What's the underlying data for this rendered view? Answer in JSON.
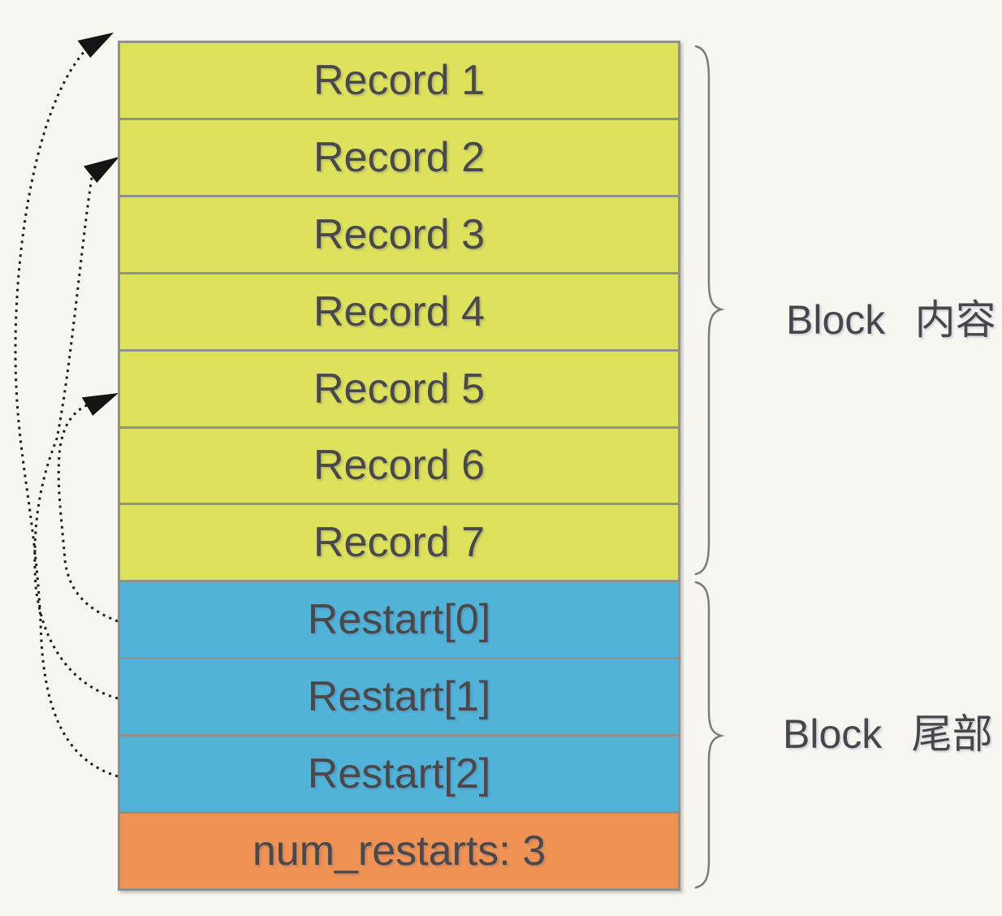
{
  "rows": [
    {
      "label": "Record 1",
      "section": "content",
      "color": "#dde15c"
    },
    {
      "label": "Record 2",
      "section": "content",
      "color": "#dde15c"
    },
    {
      "label": "Record 3",
      "section": "content",
      "color": "#dde15c"
    },
    {
      "label": "Record 4",
      "section": "content",
      "color": "#dde15c"
    },
    {
      "label": "Record 5",
      "section": "content",
      "color": "#dde15c"
    },
    {
      "label": "Record 6",
      "section": "content",
      "color": "#dde15c"
    },
    {
      "label": "Record 7",
      "section": "content",
      "color": "#dde15c"
    },
    {
      "label": "Restart[0]",
      "section": "trailer",
      "color": "#52b3d9"
    },
    {
      "label": "Restart[1]",
      "section": "trailer",
      "color": "#52b3d9"
    },
    {
      "label": "Restart[2]",
      "section": "trailer",
      "color": "#52b3d9"
    },
    {
      "label": "num_restarts: 3",
      "section": "trailer",
      "color": "#ef9254"
    }
  ],
  "braces": [
    {
      "label": "Block 内容",
      "covers": "Record 1 - Record 7"
    },
    {
      "label": "Block 尾部",
      "covers": "Restart[0] - num_restarts"
    }
  ],
  "arrows": [
    {
      "from": "Restart[2]",
      "to": "Record 1"
    },
    {
      "from": "Restart[1]",
      "to": "Record 2"
    },
    {
      "from": "Restart[0]",
      "to": "Record 5"
    }
  ],
  "colors": {
    "background": "#f6f5f0",
    "record_fill": "#dde15c",
    "restart_fill": "#52b3d9",
    "footer_fill": "#ef9254",
    "border": "#8f918e",
    "arrow": "#1c1c1c",
    "brace": "#7b7b79",
    "text": "#49494b"
  }
}
